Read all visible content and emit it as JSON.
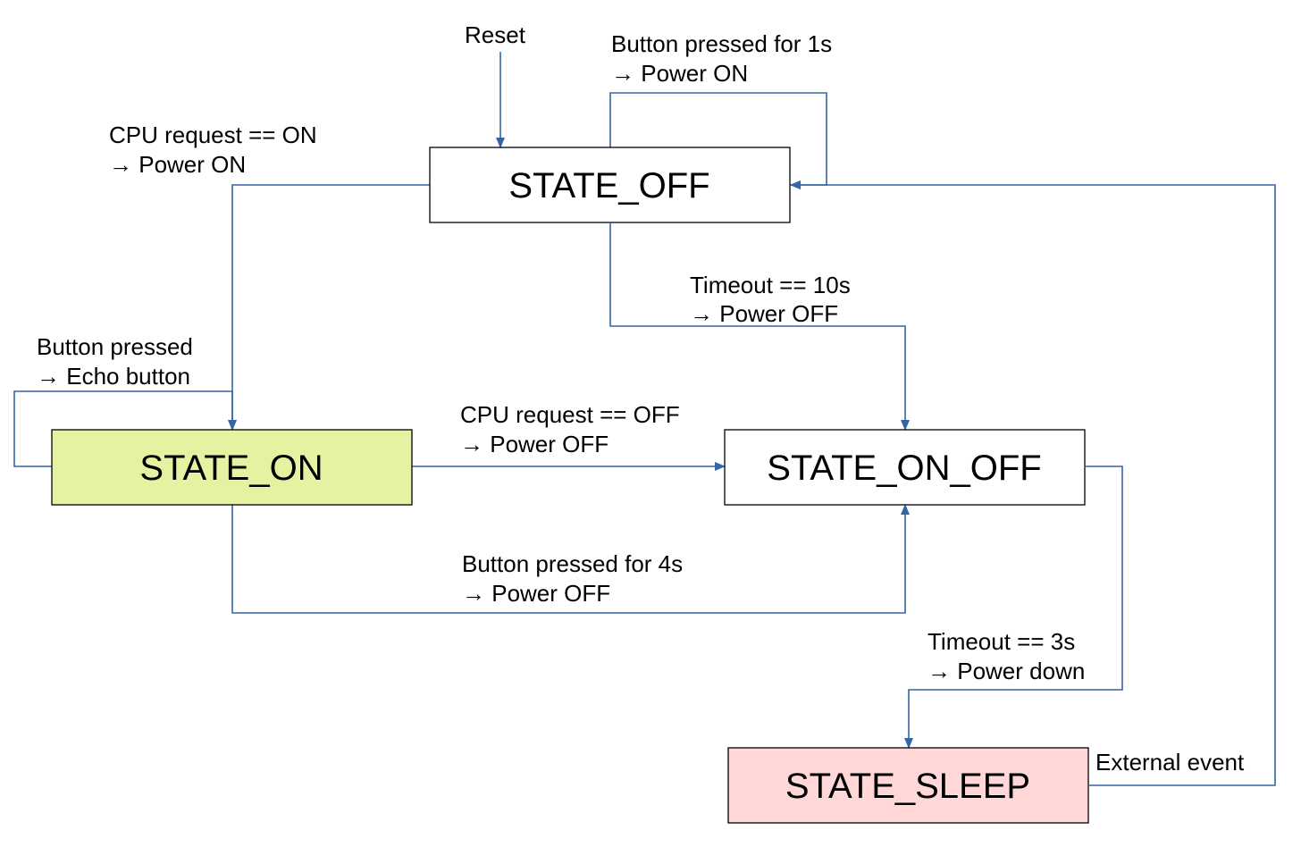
{
  "colors": {
    "edge": "#3465a4",
    "box_border": "#000000",
    "state_off_fill": "#ffffff",
    "state_on_fill": "#e6f2a2",
    "state_on_off_fill": "#ffffff",
    "state_sleep_fill": "#ffd7d7"
  },
  "states": {
    "off": "STATE_OFF",
    "on": "STATE_ON",
    "on_off": "STATE_ON_OFF",
    "sleep": "STATE_SLEEP"
  },
  "transitions": {
    "reset": "Reset",
    "off_self": {
      "line1": "Button pressed for 1s",
      "line2": "→ Power ON"
    },
    "off_to_on": {
      "line1": "CPU request == ON",
      "line2": "→ Power ON"
    },
    "off_to_on_off": {
      "line1": "Timeout == 10s",
      "line2": "→ Power OFF"
    },
    "on_self": {
      "line1": "Button pressed",
      "line2": "→ Echo button"
    },
    "on_to_on_off_cpu": {
      "line1": "CPU request == OFF",
      "line2": "→ Power OFF"
    },
    "on_to_on_off_button": {
      "line1": "Button pressed for 4s",
      "line2": "→ Power OFF"
    },
    "on_off_to_sleep": {
      "line1": "Timeout == 3s",
      "line2": "→ Power down"
    },
    "sleep_to_off": "External event"
  }
}
